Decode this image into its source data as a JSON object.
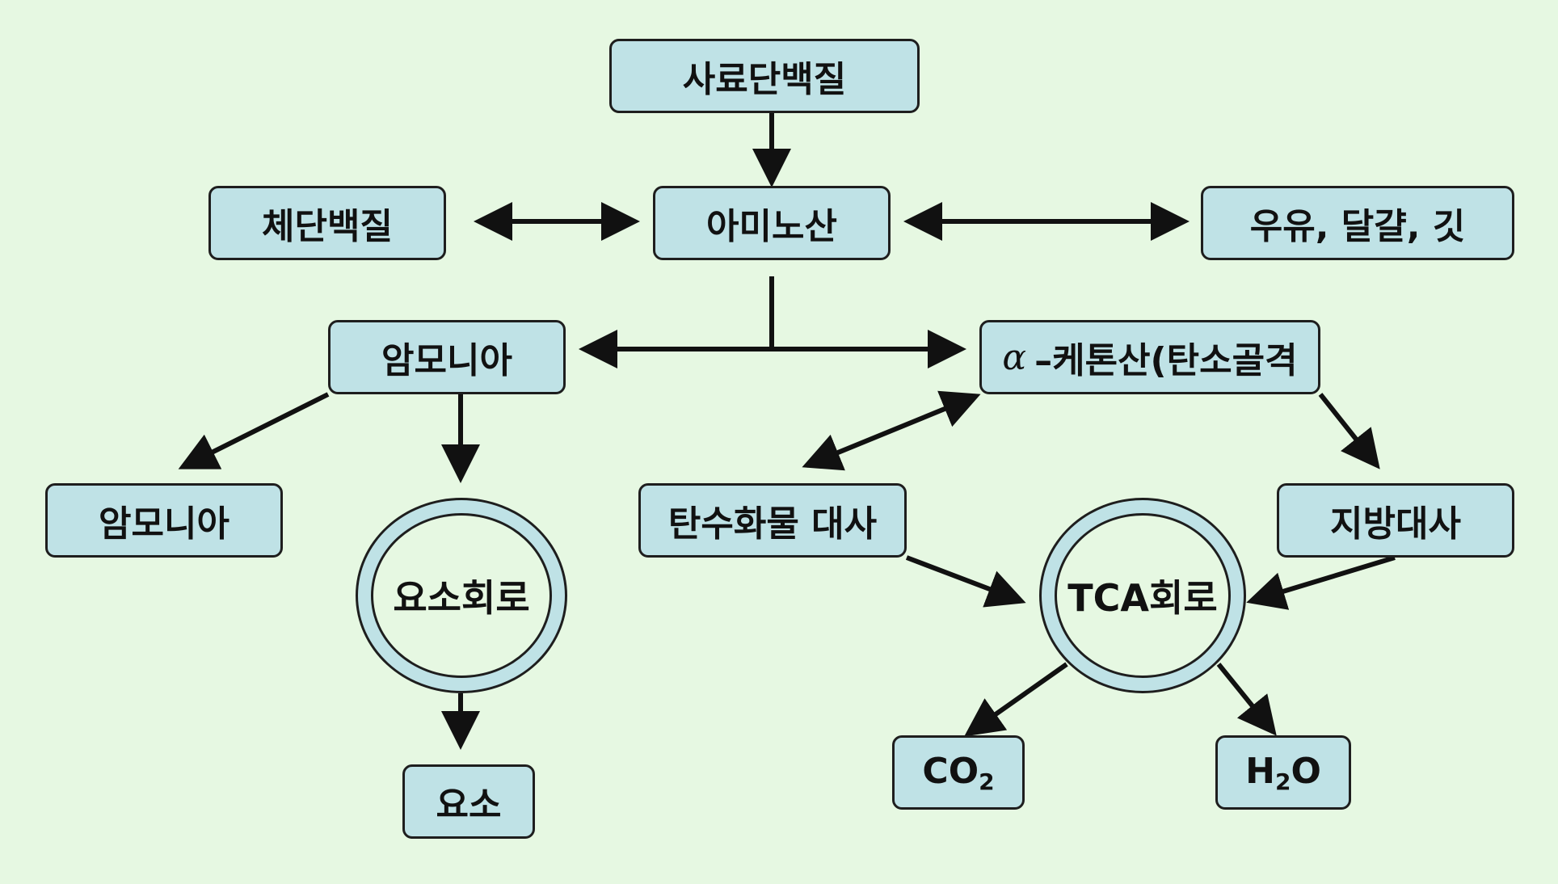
{
  "boxes": {
    "dietary_protein": "사료단백질",
    "body_protein": "체단백질",
    "amino_acid": "아미노산",
    "milk_egg_wool": "우유, 달걀, 깃",
    "ammonia": "암모니아",
    "ammonia_2": "암모니아",
    "alpha_symbol": "α",
    "keto_acid": "–케톤산(탄소골격",
    "carbohydrate_metabolism": "탄수화물 대사",
    "fat_metabolism": "지방대사",
    "urea": "요소",
    "co2_main": "CO",
    "co2_sub": "2",
    "h2o_h": "H",
    "h2o_sub": "2",
    "h2o_o": "O"
  },
  "cycles": {
    "urea_cycle": "요소회로",
    "tca_cycle": "TCA회로"
  },
  "colors": {
    "background": "#e6f8e2",
    "box_fill": "#bfe2e6",
    "stroke": "#111111"
  }
}
